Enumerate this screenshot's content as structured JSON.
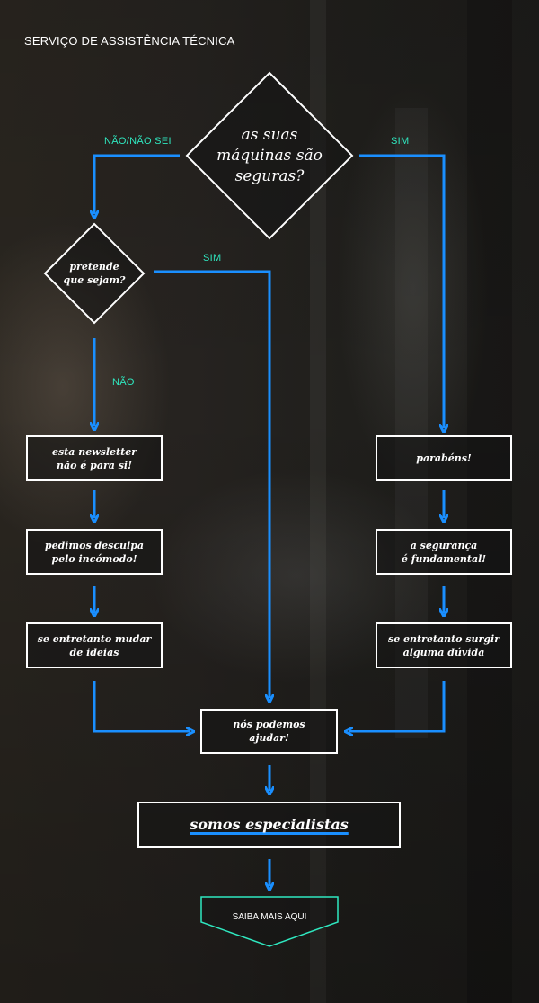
{
  "header": {
    "title": "SERVIÇO DE ASSISTÊNCIA TÉCNICA"
  },
  "colors": {
    "arrow": "#1a8fff",
    "label": "#2fe8c0",
    "border": "#ffffff"
  },
  "diagram": {
    "main_question": "as suas\nmáquinas são\nseguras?",
    "sub_question": "pretende\nque sejam?",
    "labels": {
      "main_no": "NÃO/NÃO SEI",
      "main_yes": "SIM",
      "sub_yes": "SIM",
      "sub_no": "NÃO"
    },
    "left_boxes": [
      "esta newsletter\nnão é para si!",
      "pedimos desculpa\npelo incómodo!",
      "se entretanto mudar\nde ideias"
    ],
    "right_boxes": [
      "parabéns!",
      "a segurança\né fundamental!",
      "se entretanto surgir\nalguma dúvida"
    ],
    "center_box": "nós podemos\najudar!",
    "specialists": "somos especialistas",
    "cta": "SAIBA MAIS AQUI"
  }
}
